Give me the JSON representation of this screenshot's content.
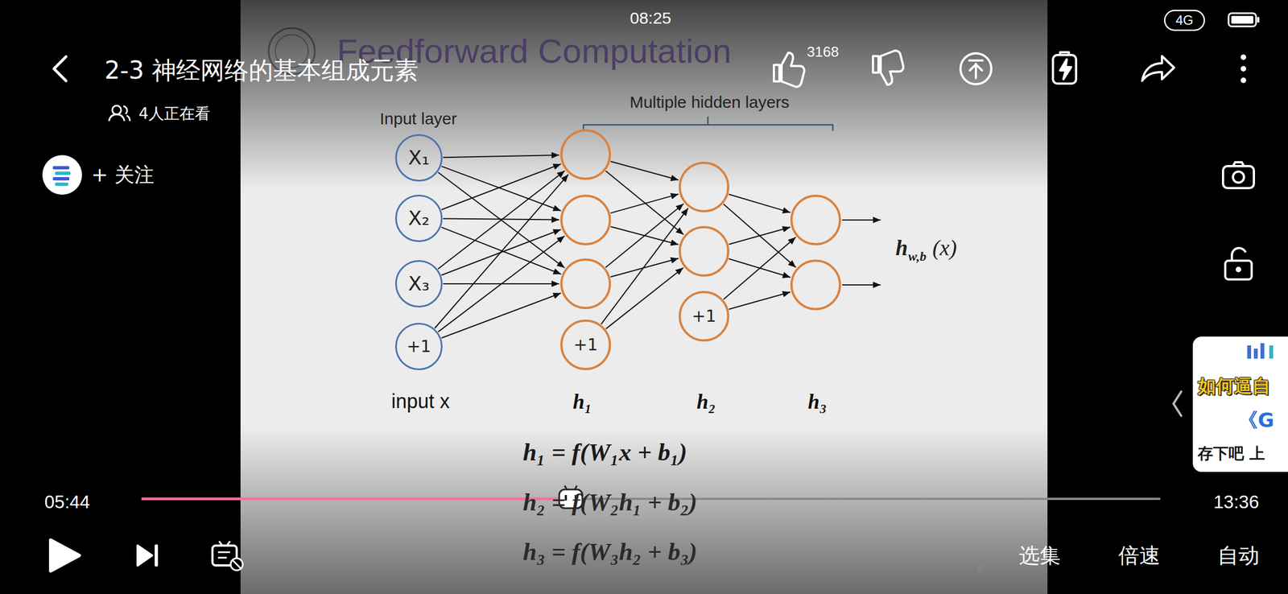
{
  "diagram": {
    "title": "Feedforward Computation",
    "nodes": [
      {
        "text": [
          "X₁"
        ]
      },
      {
        "text": [
          "X₂"
        ]
      },
      {
        "text": [
          "X₃"
        ]
      },
      {
        "text": [
          "+1"
        ]
      },
      {
        "text": [
          "+1"
        ]
      },
      {
        "text": [
          "+1"
        ]
      }
    ],
    "labels": [
      "08:25",
      "4G",
      "2-3 神经网络的基本组成元素",
      "3168",
      "4人正在看",
      "+ 关注",
      "Input layer",
      "Multiple hidden layers",
      "h",
      "w,b",
      "(x)",
      "input x",
      "h₁",
      "h₂",
      "h₃",
      "h₁ = f(W₁x + b₁)",
      "h₂ = f(W₂h₁ + b₂)",
      "h₃ = f(W₃h₂ + b₃)",
      "9",
      "如何逼自",
      "《G",
      "存下吧 上",
      "05:44",
      "13:36",
      "选集",
      "倍速",
      "自动"
    ]
  }
}
